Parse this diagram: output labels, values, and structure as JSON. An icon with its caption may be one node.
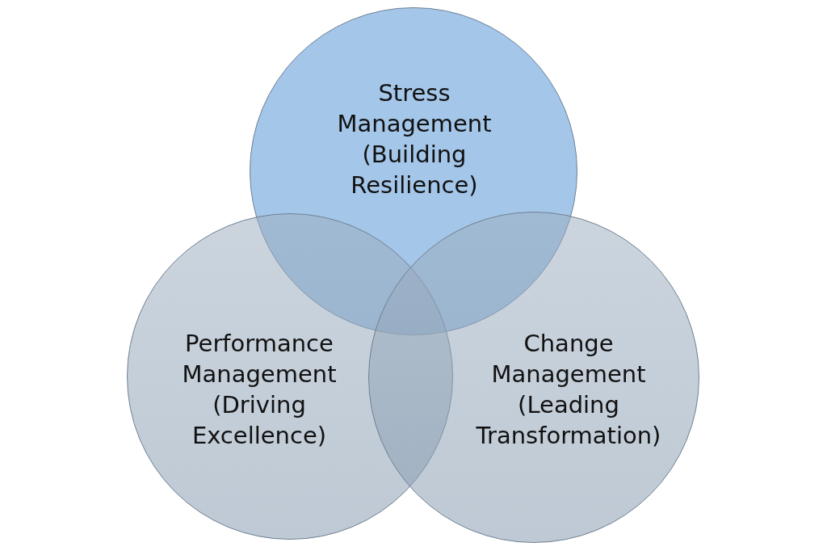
{
  "diagram": {
    "nodes": [
      {
        "text": [
          "Stress Management (Building Resilience)"
        ]
      },
      {
        "text": [
          "Performance Management (Driving Excellence)"
        ]
      },
      {
        "text": [
          "Change Management (Leading Transformation)"
        ]
      }
    ]
  }
}
